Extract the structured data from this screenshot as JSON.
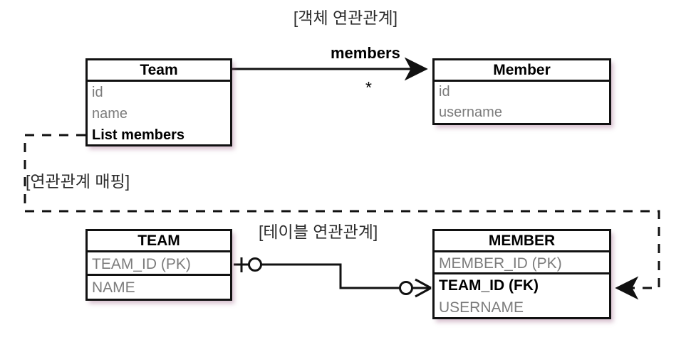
{
  "diagram": {
    "title_object": "[객체 연관관계]",
    "title_table": "[테이블 연관관계]",
    "mapping_label": "[연관관계 매핑]",
    "association_label": "members",
    "multiplicity": "*",
    "colors": {
      "stroke": "#111111",
      "text_gray": "#7c7c7c",
      "text_black": "#000000",
      "background": "#ffffff",
      "shadow": "#96 5a 82"
    }
  },
  "object_model": {
    "team": {
      "name": "Team",
      "fields": [
        {
          "label": "id",
          "style": "gray"
        },
        {
          "label": "name",
          "style": "gray"
        },
        {
          "label": "List members",
          "style": "bold"
        }
      ]
    },
    "member": {
      "name": "Member",
      "fields": [
        {
          "label": "id",
          "style": "gray"
        },
        {
          "label": "username",
          "style": "gray"
        }
      ]
    }
  },
  "table_model": {
    "team": {
      "name": "TEAM",
      "columns": [
        {
          "label": "TEAM_ID (PK)",
          "style": "gray"
        },
        {
          "label": "NAME",
          "style": "gray"
        }
      ]
    },
    "member": {
      "name": "MEMBER",
      "columns": [
        {
          "label": "MEMBER_ID (PK)",
          "style": "gray"
        },
        {
          "label": "TEAM_ID (FK)",
          "style": "bold"
        },
        {
          "label": "USERNAME",
          "style": "gray"
        }
      ]
    }
  }
}
